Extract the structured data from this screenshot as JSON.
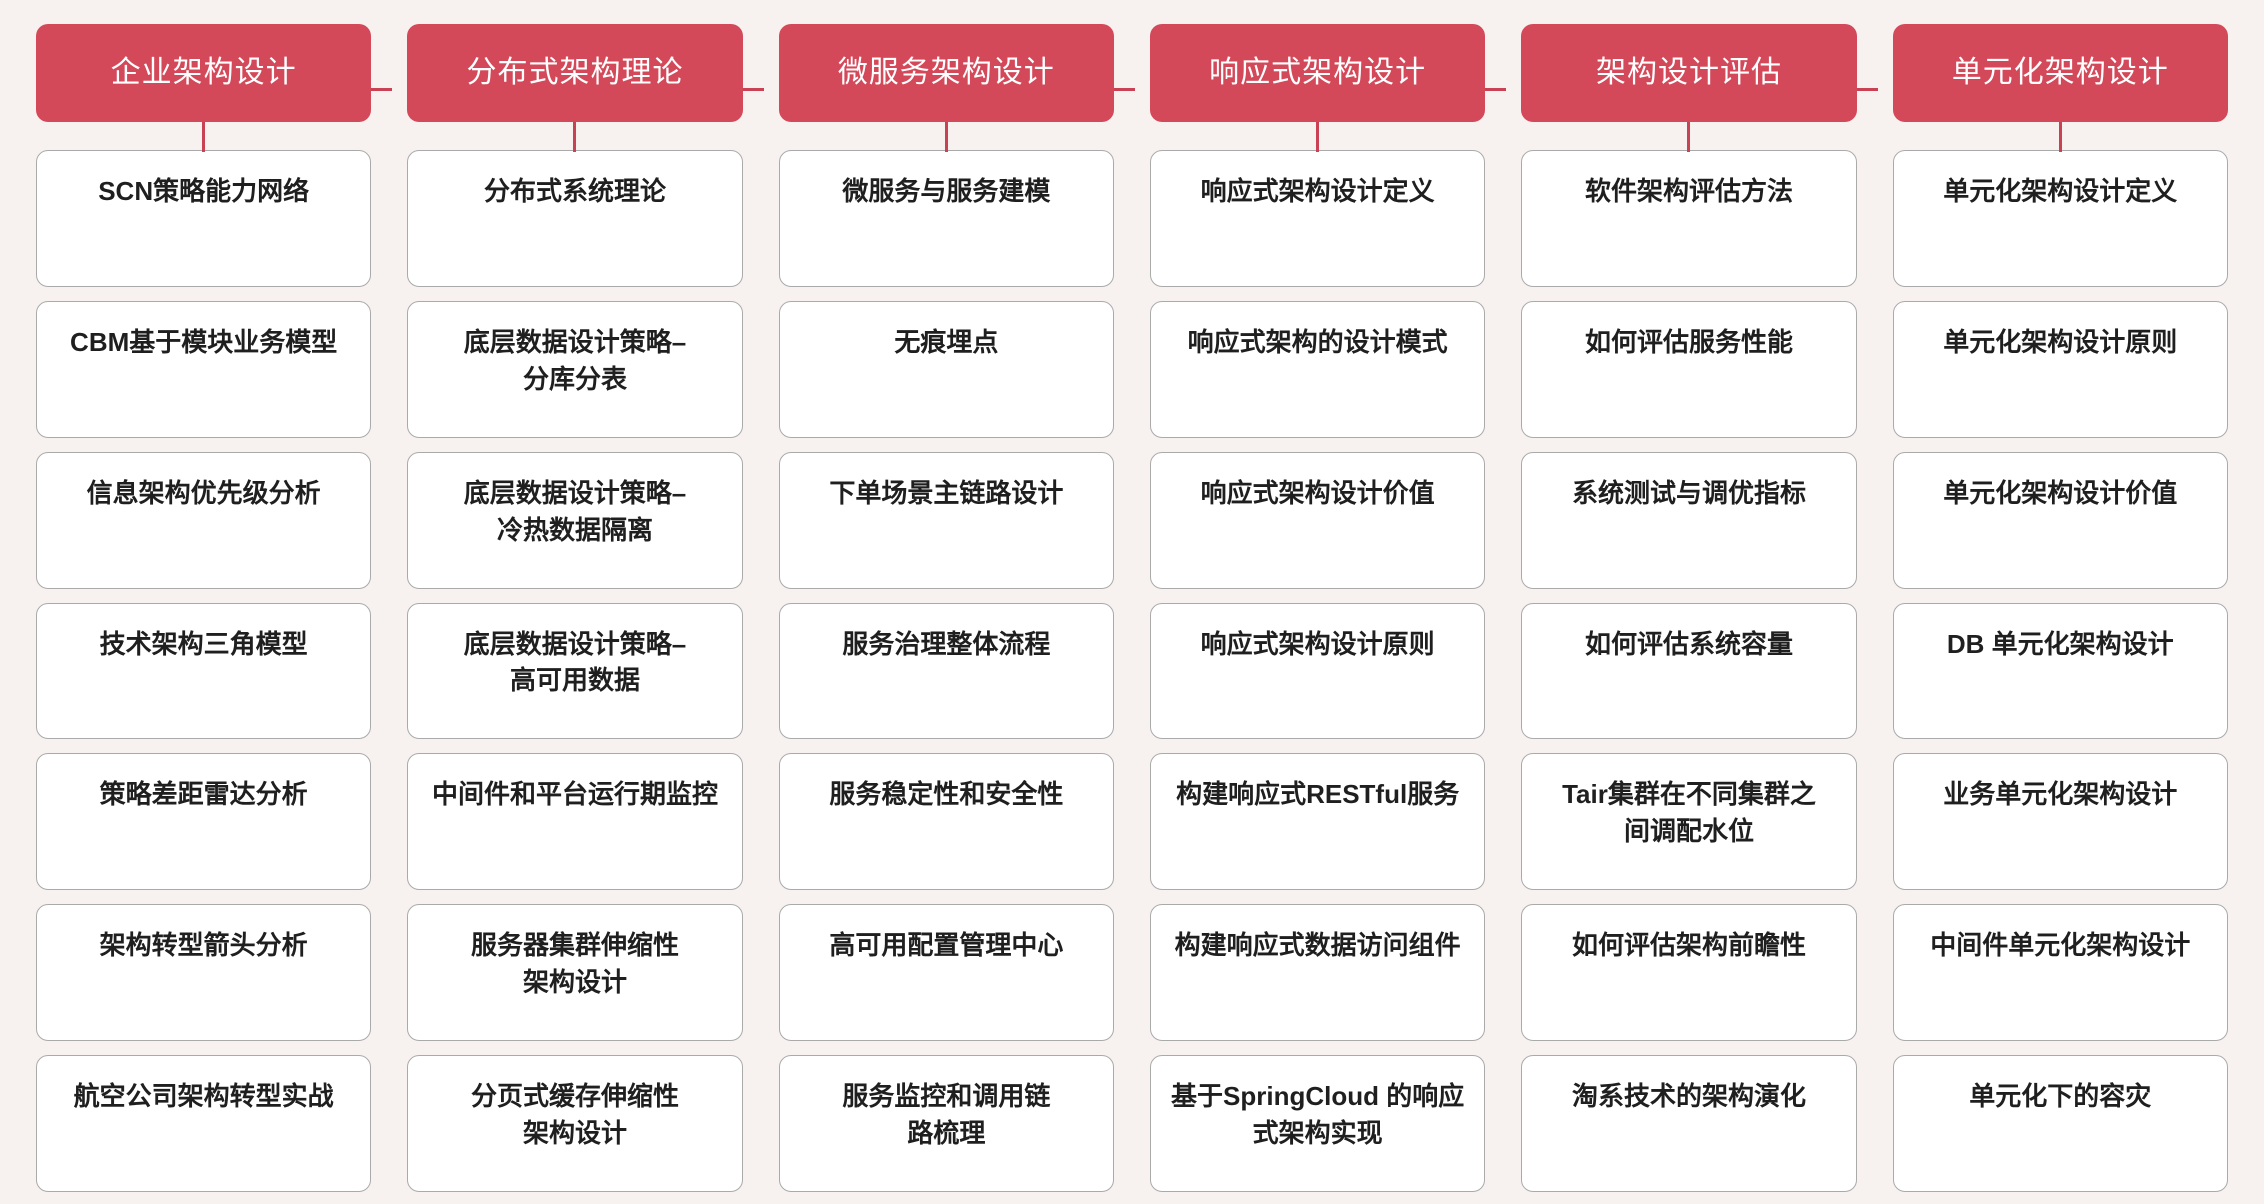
{
  "theme": {
    "background": "#f7f2f0",
    "header_fill": "#d4495a",
    "header_text": "#ffffff",
    "connector": "#c94253",
    "card_fill": "#ffffff",
    "card_border": "#aaaaaa",
    "card_text": "#1f1f1f"
  },
  "columns": [
    {
      "header": "企业架构设计",
      "items": [
        "SCN策略能力网络",
        "CBM基于模块业务模型",
        "信息架构优先级分析",
        "技术架构三角模型",
        "策略差距雷达分析",
        "架构转型箭头分析",
        "航空公司架构转型实战"
      ]
    },
    {
      "header": "分布式架构理论",
      "items": [
        "分布式系统理论",
        "底层数据设计策略–\n分库分表",
        "底层数据设计策略–\n冷热数据隔离",
        "底层数据设计策略–\n高可用数据",
        "中间件和平台运行期监控",
        "服务器集群伸缩性\n架构设计",
        "分页式缓存伸缩性\n架构设计"
      ]
    },
    {
      "header": "微服务架构设计",
      "items": [
        "微服务与服务建模",
        "无痕埋点",
        "下单场景主链路设计",
        "服务治理整体流程",
        "服务稳定性和安全性",
        "高可用配置管理中心",
        "服务监控和调用链\n路梳理"
      ]
    },
    {
      "header": "响应式架构设计",
      "items": [
        "响应式架构设计定义",
        "响应式架构的设计模式",
        "响应式架构设计价值",
        "响应式架构设计原则",
        "构建响应式RESTful服务",
        "构建响应式数据访问组件",
        "基于SpringCloud 的响应\n式架构实现"
      ]
    },
    {
      "header": "架构设计评估",
      "items": [
        "软件架构评估方法",
        "如何评估服务性能",
        "系统测试与调优指标",
        "如何评估系统容量",
        "Tair集群在不同集群之\n间调配水位",
        "如何评估架构前瞻性",
        "淘系技术的架构演化"
      ]
    },
    {
      "header": "单元化架构设计",
      "items": [
        "单元化架构设计定义",
        "单元化架构设计原则",
        "单元化架构设计价值",
        "DB 单元化架构设计",
        "业务单元化架构设计",
        "中间件单元化架构设计",
        "单元化下的容灾"
      ]
    }
  ]
}
